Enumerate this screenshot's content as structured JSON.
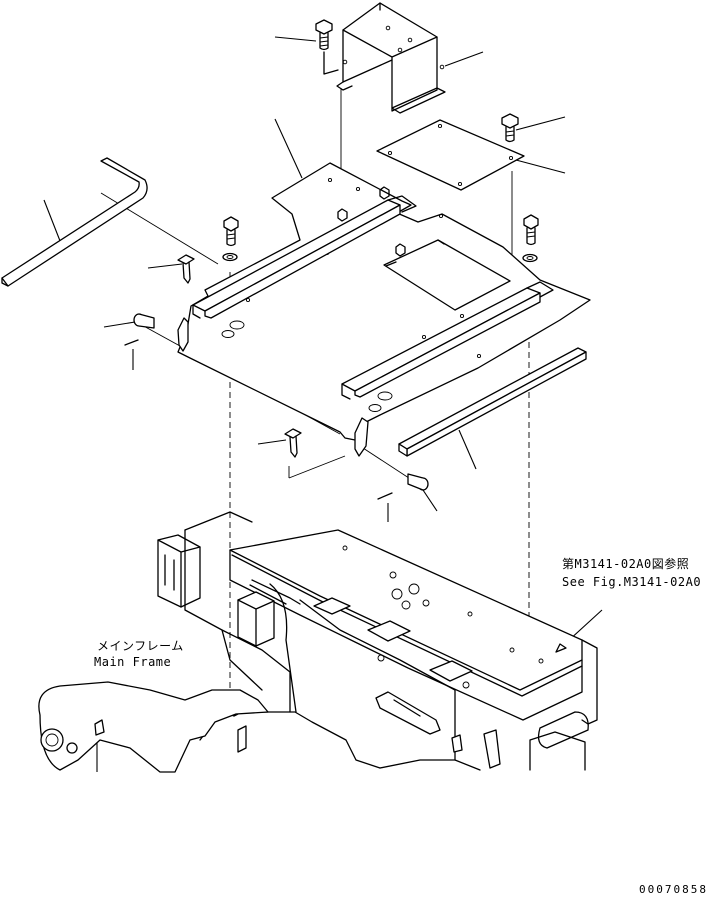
{
  "labels": {
    "refer_jp": "第M3141-02A0図参照",
    "refer_en": "See Fig.M3141-02A0",
    "main_frame_jp": "メインフレーム",
    "main_frame_en": "Main Frame",
    "drawing_number": "00070858"
  }
}
